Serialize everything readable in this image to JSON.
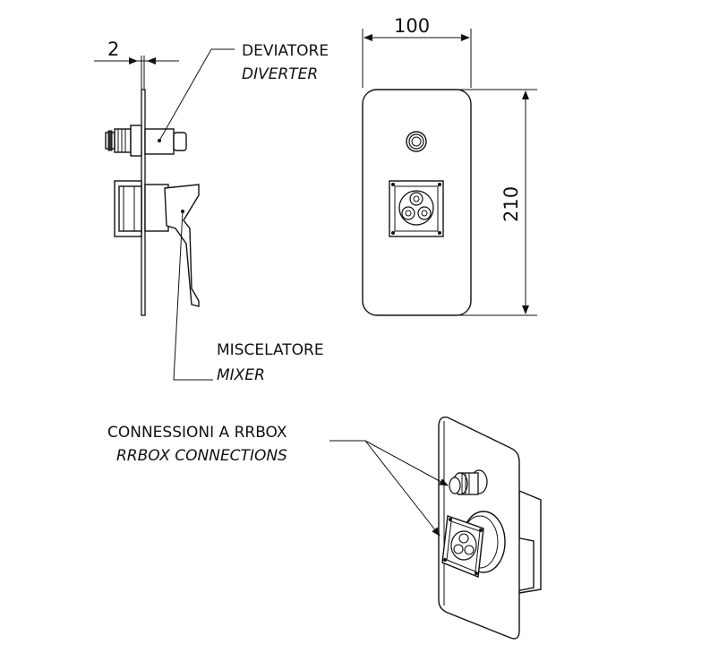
{
  "dimensions": {
    "thickness": "2",
    "width": "100",
    "height": "210"
  },
  "labels": {
    "diverter_it": "DEVIATORE",
    "diverter_en": "DIVERTER",
    "mixer_it": "MISCELATORE",
    "mixer_en": "MIXER",
    "connections_it": "CONNESSIONI A RRBOX",
    "connections_en": "RRBOX CONNECTIONS"
  }
}
